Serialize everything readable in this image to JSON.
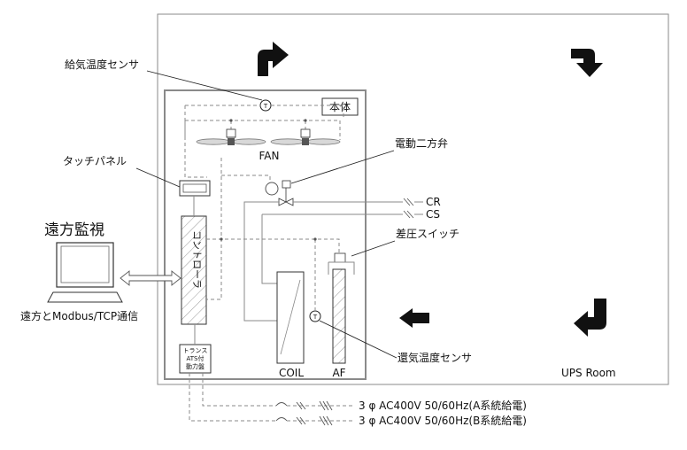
{
  "colors": {
    "line": "#8a8a8a",
    "text": "#111111",
    "arrow": "#111111",
    "hatch": "#9a9a9a"
  },
  "labels": {
    "supply_sensor": "給気温度センサ",
    "unit_body": "本体",
    "fan": "FAN",
    "touch_panel": "タッチパネル",
    "motor_valve": "電動二方弁",
    "cr": "CR",
    "cs": "CS",
    "remote_monitor": "遠方監視",
    "controller": "コントローラ",
    "diff_switch": "差圧スイッチ",
    "modbus": "遠方とModbus/TCP通信",
    "coil": "COIL",
    "af": "AF",
    "return_sensor": "還気温度センサ",
    "ups_room": "UPS Room",
    "power_panel_line1": "トランス",
    "power_panel_line2": "ATS付",
    "power_panel_line3": "動力盤",
    "power_a": "3 φ  AC400V 50/60Hz(A系統給電)",
    "power_b": "3 φ  AC400V 50/60Hz(B系統給電)",
    "sensor_symbol": "T"
  },
  "icons": [
    "arrow-up-right-icon",
    "arrow-down-icon",
    "arrow-left-icon",
    "arrow-down-left-icon",
    "monitor-icon",
    "fan-icon",
    "valve-icon"
  ]
}
